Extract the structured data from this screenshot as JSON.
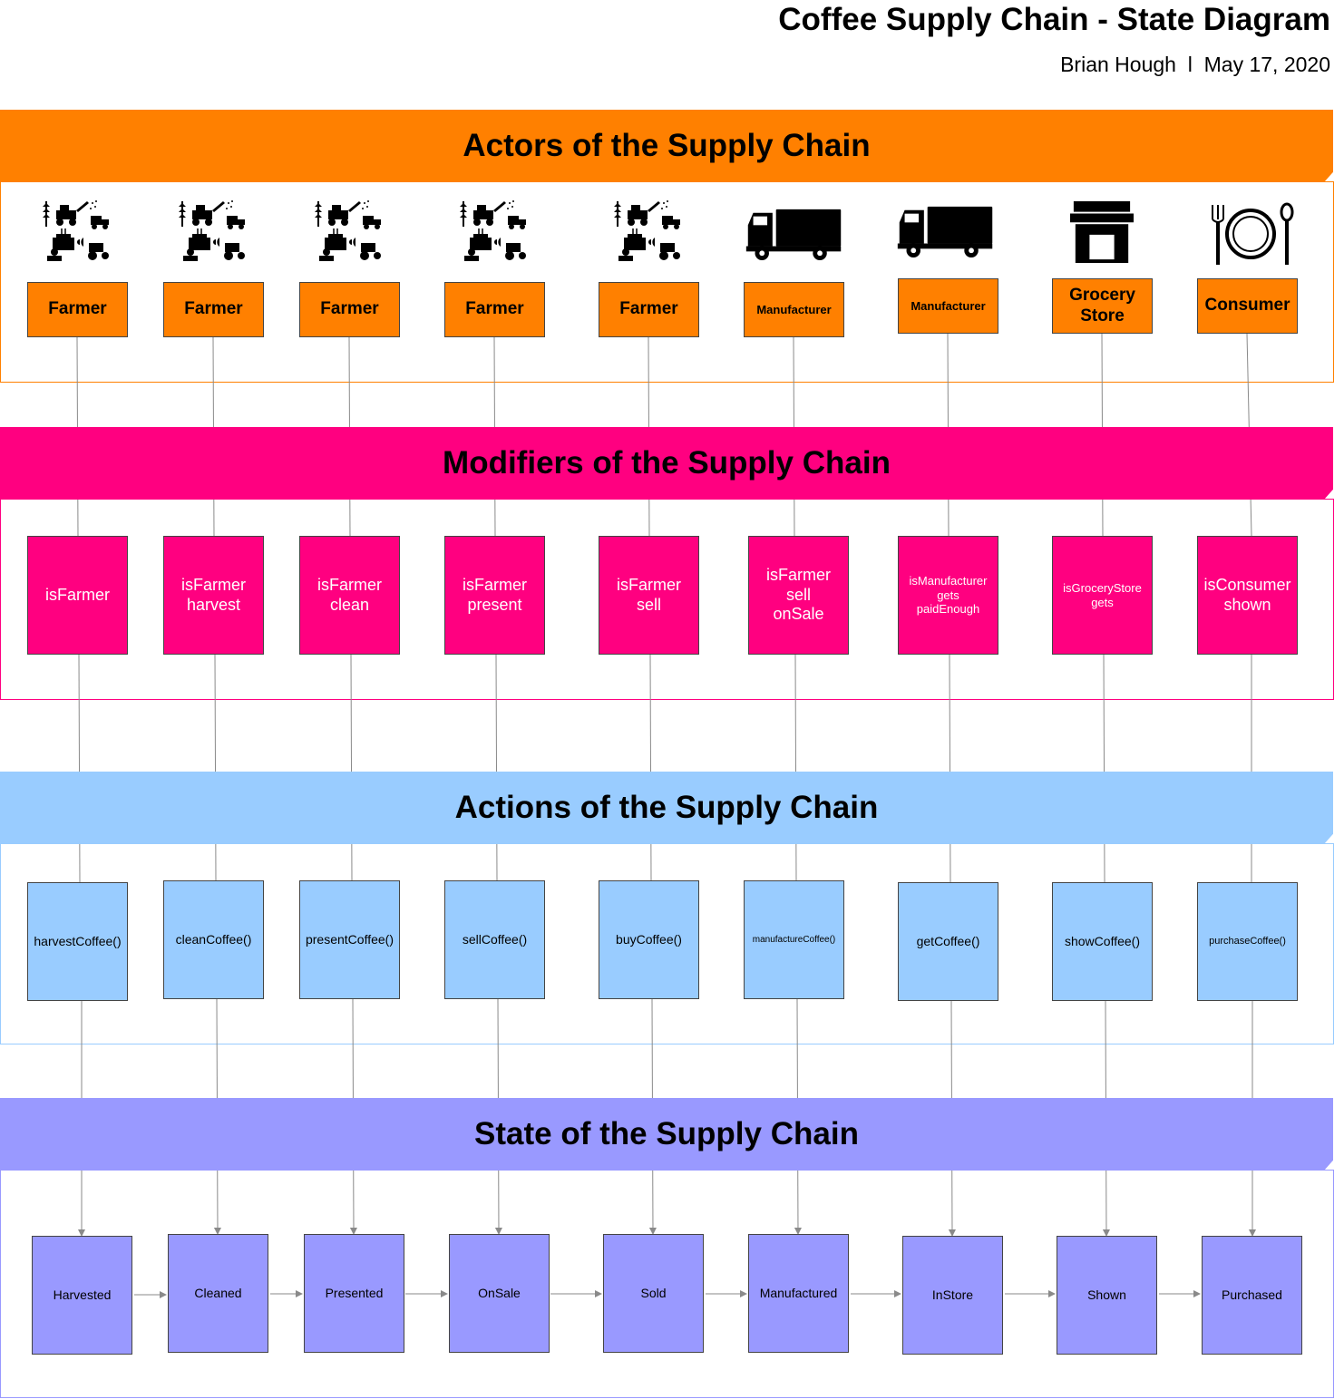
{
  "header": {
    "title": "Coffee Supply Chain - State Diagram",
    "author": "Brian Hough",
    "separator": "l",
    "date": "May 17, 2020"
  },
  "sections": {
    "actors": "Actors of the Supply Chain",
    "modifiers": "Modifiers of the Supply Chain",
    "actions": "Actions of the Supply Chain",
    "states": "State of the Supply Chain"
  },
  "colors": {
    "actors": "#ff8000",
    "modifiers": "#ff0080",
    "actions": "#99ccff",
    "states": "#9999ff",
    "wires": "#8a8a8a"
  },
  "actors": [
    {
      "label": "Farmer",
      "icon": "farm-machinery-icon"
    },
    {
      "label": "Farmer",
      "icon": "farm-machinery-icon"
    },
    {
      "label": "Farmer",
      "icon": "farm-machinery-icon"
    },
    {
      "label": "Farmer",
      "icon": "farm-machinery-icon"
    },
    {
      "label": "Farmer",
      "icon": "farm-machinery-icon"
    },
    {
      "label": "Manufacturer",
      "icon": "truck-icon"
    },
    {
      "label": "Manufacturer",
      "icon": "truck-icon"
    },
    {
      "label": "Grocery Store",
      "icon": "storefront-icon"
    },
    {
      "label": "Consumer",
      "icon": "plate-cutlery-icon"
    }
  ],
  "modifiers": [
    "isFarmer",
    "isFarmer harvest",
    "isFarmer clean",
    "isFarmer present",
    "isFarmer sell",
    "isFarmer sell onSale",
    "isManufacturer gets paidEnough",
    "isGroceryStore gets",
    "isConsumer shown"
  ],
  "actions": [
    "harvestCoffee()",
    "cleanCoffee()",
    "presentCoffee()",
    "sellCoffee()",
    "buyCoffee()",
    "manufactureCoffee()",
    "getCoffee()",
    "showCoffee()",
    "purchaseCoffee()"
  ],
  "states": [
    "Harvested",
    "Cleaned",
    "Presented",
    "OnSale",
    "Sold",
    "Manufactured",
    "InStore",
    "Shown",
    "Purchased"
  ]
}
